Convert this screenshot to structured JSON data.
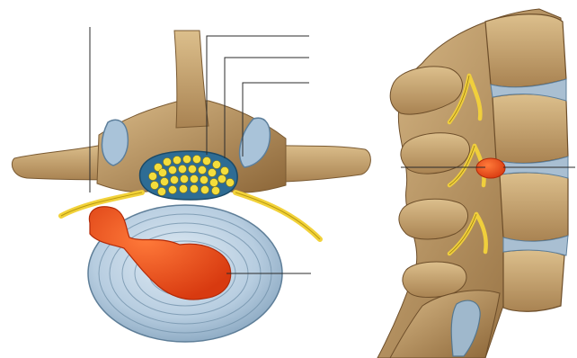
{
  "figure": {
    "panels": [
      {
        "id": "axial-view",
        "description_visible_text": ""
      },
      {
        "id": "lateral-view",
        "description_visible_text": ""
      }
    ],
    "leader_lines": {
      "axial": [
        "spinous-process-leader",
        "spinal-cord-leader",
        "lamina-leader",
        "facet-leader",
        "left-nerve-root-leader",
        "herniation-leader"
      ],
      "lateral": [
        "disc-herniation-leader-left",
        "disc-herniation-leader-right"
      ]
    },
    "colors": {
      "bone": "#c8a46e",
      "bone_shadow": "#8f6a3c",
      "disc": "#b9cfe0",
      "disc_ring": "#6f8fa8",
      "herniation": "#e8501a",
      "nerve": "#f2d23a",
      "dura": "#4f7fa3",
      "label_line": "#2b2b2b"
    }
  }
}
